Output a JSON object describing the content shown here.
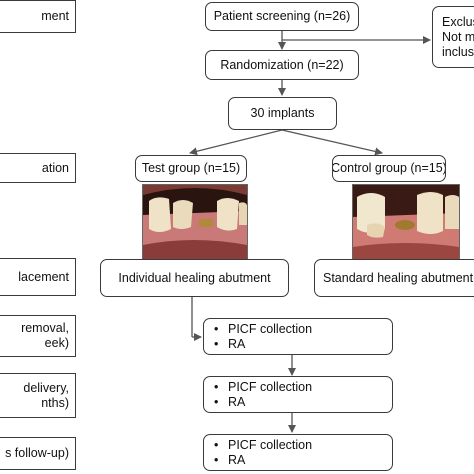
{
  "phases": [
    "ment",
    "ation",
    "lacement",
    [
      "removal,",
      "eek)"
    ],
    [
      "delivery,",
      "nths)"
    ],
    "s follow-up)"
  ],
  "flow": {
    "screening": "Patient screening (n=26)",
    "exclusion": [
      "Exclus",
      "Not m",
      "inclus"
    ],
    "randomization": "Randomization (n=22)",
    "implants": "30 implants",
    "test_group": "Test group (n=15)",
    "control_group": "Control group (n=15)",
    "test_abutment": "Individual healing abutment",
    "control_abutment": "Standard healing abutment",
    "picf": "PICF collection",
    "ra": "RA"
  },
  "colors": {
    "border": "#3a3a3a",
    "arrow": "#555555",
    "gum": "#c96a6a",
    "tooth": "#efe2c6"
  }
}
